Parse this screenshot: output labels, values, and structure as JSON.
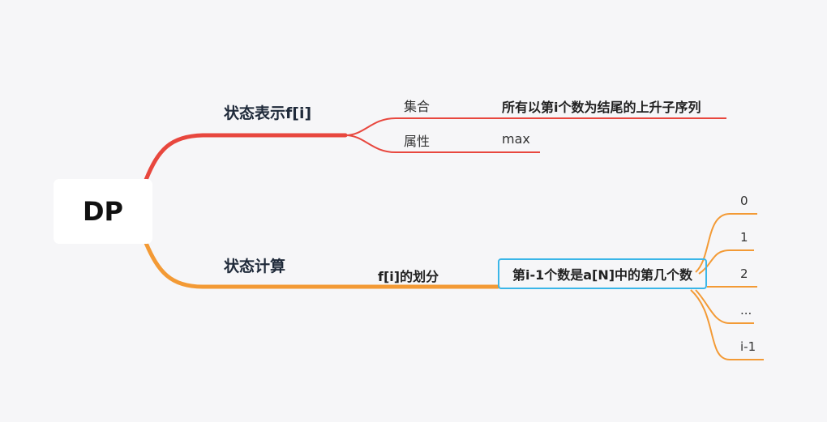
{
  "root": {
    "label": "DP"
  },
  "branches": [
    {
      "label": "状态表示f[i]",
      "color": "#e8473e",
      "children": [
        {
          "label": "集合",
          "value": "所有以第i个数为结尾的上升子序列"
        },
        {
          "label": "属性",
          "value": "max"
        }
      ]
    },
    {
      "label": "状态计算",
      "color": "#f39a35",
      "child": {
        "label": "f[i]的划分",
        "value": "第i-1个数是a[N]中的第几个数",
        "value_border_color": "#3ab6e8",
        "leaves": [
          "0",
          "1",
          "2",
          "...",
          "i-1"
        ]
      }
    }
  ]
}
